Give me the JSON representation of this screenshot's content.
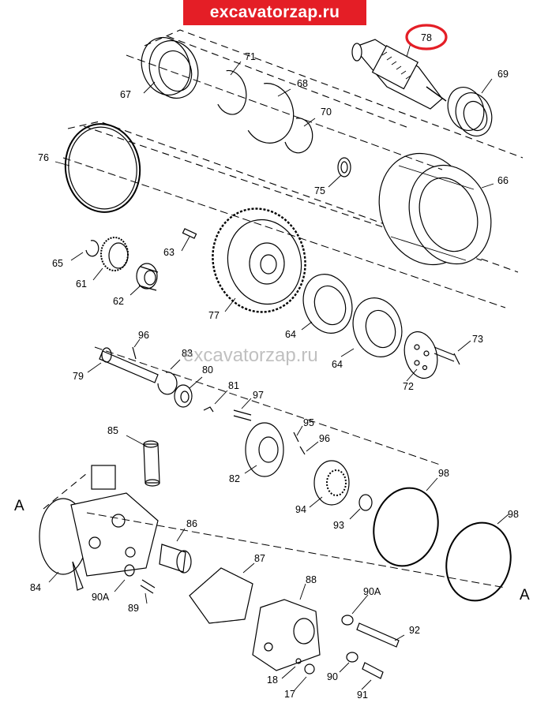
{
  "header": {
    "site_banner": "excavatorzap.ru"
  },
  "watermark": "excavatorzap.ru",
  "highlight": {
    "part": "78",
    "color": "#e41e26"
  },
  "colors": {
    "banner": "#e41e26",
    "line": "#000000"
  },
  "reference_marks": [
    "A",
    "A"
  ],
  "callouts": [
    {
      "id": "c78",
      "label": "78"
    },
    {
      "id": "c71",
      "label": "71"
    },
    {
      "id": "c67",
      "label": "67"
    },
    {
      "id": "c68",
      "label": "68"
    },
    {
      "id": "c69",
      "label": "69"
    },
    {
      "id": "c70",
      "label": "70"
    },
    {
      "id": "c76",
      "label": "76"
    },
    {
      "id": "c75",
      "label": "75"
    },
    {
      "id": "c66",
      "label": "66"
    },
    {
      "id": "c65",
      "label": "65"
    },
    {
      "id": "c63",
      "label": "63"
    },
    {
      "id": "c61",
      "label": "61"
    },
    {
      "id": "c62",
      "label": "62"
    },
    {
      "id": "c77",
      "label": "77"
    },
    {
      "id": "c64a",
      "label": "64"
    },
    {
      "id": "c64b",
      "label": "64"
    },
    {
      "id": "c73",
      "label": "73"
    },
    {
      "id": "c96a",
      "label": "96"
    },
    {
      "id": "c83",
      "label": "83"
    },
    {
      "id": "c79",
      "label": "79"
    },
    {
      "id": "c80",
      "label": "80"
    },
    {
      "id": "c72",
      "label": "72"
    },
    {
      "id": "c81",
      "label": "81"
    },
    {
      "id": "c97",
      "label": "97"
    },
    {
      "id": "c85",
      "label": "85"
    },
    {
      "id": "c95",
      "label": "95"
    },
    {
      "id": "c96b",
      "label": "96"
    },
    {
      "id": "c82",
      "label": "82"
    },
    {
      "id": "c98a",
      "label": "98"
    },
    {
      "id": "c94",
      "label": "94"
    },
    {
      "id": "c93",
      "label": "93"
    },
    {
      "id": "c98b",
      "label": "98"
    },
    {
      "id": "c86",
      "label": "86"
    },
    {
      "id": "c84",
      "label": "84"
    },
    {
      "id": "c90Aa",
      "label": "90A"
    },
    {
      "id": "c87",
      "label": "87"
    },
    {
      "id": "c89",
      "label": "89"
    },
    {
      "id": "c88",
      "label": "88"
    },
    {
      "id": "c90Ab",
      "label": "90A"
    },
    {
      "id": "c92",
      "label": "92"
    },
    {
      "id": "c18",
      "label": "18"
    },
    {
      "id": "c90",
      "label": "90"
    },
    {
      "id": "c17",
      "label": "17"
    },
    {
      "id": "c91",
      "label": "91"
    }
  ]
}
